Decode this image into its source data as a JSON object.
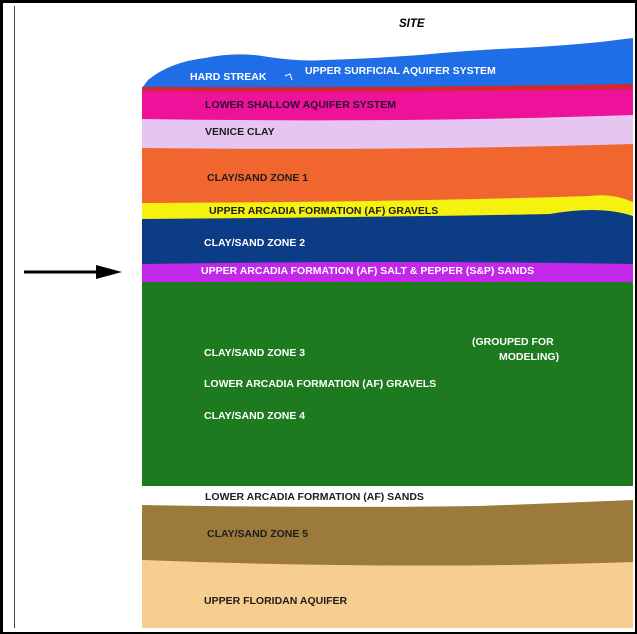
{
  "site_label": "SITE",
  "layers": [
    {
      "id": "upper-surficial",
      "label": "UPPER SURFICIAL AQUIFER SYSTEM",
      "color": "#1f6ee8",
      "text_color": "#ffffff"
    },
    {
      "id": "hard-streak",
      "label": "HARD STREAK",
      "color": "#d7262c",
      "text_color": "#ffffff"
    },
    {
      "id": "lower-shallow",
      "label": "LOWER SHALLOW AQUIFER SYSTEM",
      "color": "#ee119a",
      "text_color": "#2a1030"
    },
    {
      "id": "venice-clay",
      "label": "VENICE CLAY",
      "color": "#e6c6f1",
      "text_color": "#1d1d1d"
    },
    {
      "id": "clay-sand-1",
      "label": "CLAY/SAND ZONE 1",
      "color": "#f0662e",
      "text_color": "#1d1d1d"
    },
    {
      "id": "upper-af-gravels",
      "label": "UPPER ARCADIA FORMATION (AF) GRAVELS",
      "color": "#f5f20f",
      "text_color": "#1d1d1d"
    },
    {
      "id": "clay-sand-2",
      "label": "CLAY/SAND ZONE 2",
      "color": "#0c3c86",
      "text_color": "#ffffff"
    },
    {
      "id": "upper-af-sp",
      "label": "UPPER ARCADIA FORMATION (AF) SALT & PEPPER (S&P) SANDS",
      "color": "#c227ea",
      "text_color": "#ffffff"
    },
    {
      "id": "grouped",
      "labels": [
        "CLAY/SAND ZONE 3",
        "LOWER ARCADIA FORMATION (AF) GRAVELS",
        "CLAY/SAND ZONE 4"
      ],
      "note_lines": [
        "(GROUPED FOR",
        "MODELING)"
      ],
      "color": "#1d7a1f",
      "text_color": "#ffffff"
    },
    {
      "id": "lower-af-sands",
      "label": "LOWER ARCADIA FORMATION (AF) SANDS",
      "color": "#ffffff",
      "text_color": "#1d1d1d"
    },
    {
      "id": "clay-sand-5",
      "label": "CLAY/SAND ZONE 5",
      "color": "#9c7a3b",
      "text_color": "#1d1d1d"
    },
    {
      "id": "upper-floridan",
      "label": "UPPER FLORIDAN AQUIFER",
      "color": "#f8cd90",
      "text_color": "#1d1d1d"
    }
  ],
  "arrow_color": "#000000"
}
